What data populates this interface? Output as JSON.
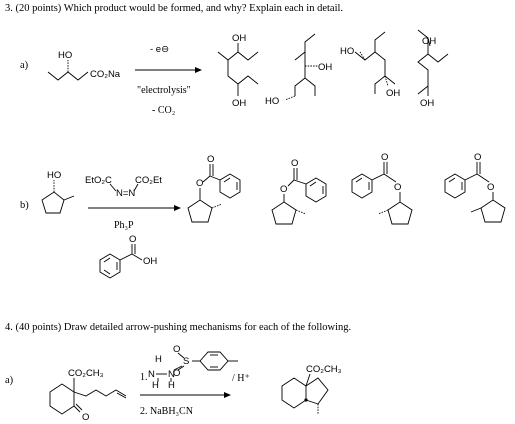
{
  "q3": {
    "heading": "3.  (20 points)  Which product would be formed, and why?  Explain each in detail.",
    "part_a": {
      "label": "a)",
      "reactant_labels": [
        "HO",
        "CO₂Na"
      ],
      "conditions_top": "- e⊖",
      "conditions_mid": "\"electrolysis\"",
      "conditions_bottom": "- CO₂",
      "product_labels": [
        "OH",
        "OH",
        "OH",
        "HO",
        "HO",
        "OH",
        "OH",
        "OH"
      ]
    },
    "part_b": {
      "label": "b)",
      "reagent_top": "EtO₂C",
      "reagent_top2": "CO₂Et",
      "reagent_mid": "N=N",
      "reagent_bottom": "Ph₃P",
      "alcohol_label": "HO",
      "acid_labels": [
        "O",
        "OH"
      ],
      "product_labels": [
        "O",
        "O",
        "O",
        "O",
        "O",
        "O",
        "O",
        "O"
      ]
    }
  },
  "q4": {
    "heading": "4.  (40 points)  Draw detailed arrow-pushing mechanisms for each of the following.",
    "part_a": {
      "label": "a)",
      "reactant_labels": [
        "CO₂CH₃",
        "O"
      ],
      "step1": "1.",
      "hydrazide_labels": [
        "O",
        "O",
        "S",
        "H",
        "N",
        "N",
        "H",
        "H"
      ],
      "acid": "/ H⁺",
      "step2": "2. NaBH₃CN",
      "product_labels": [
        "CO₂CH₃"
      ]
    }
  }
}
